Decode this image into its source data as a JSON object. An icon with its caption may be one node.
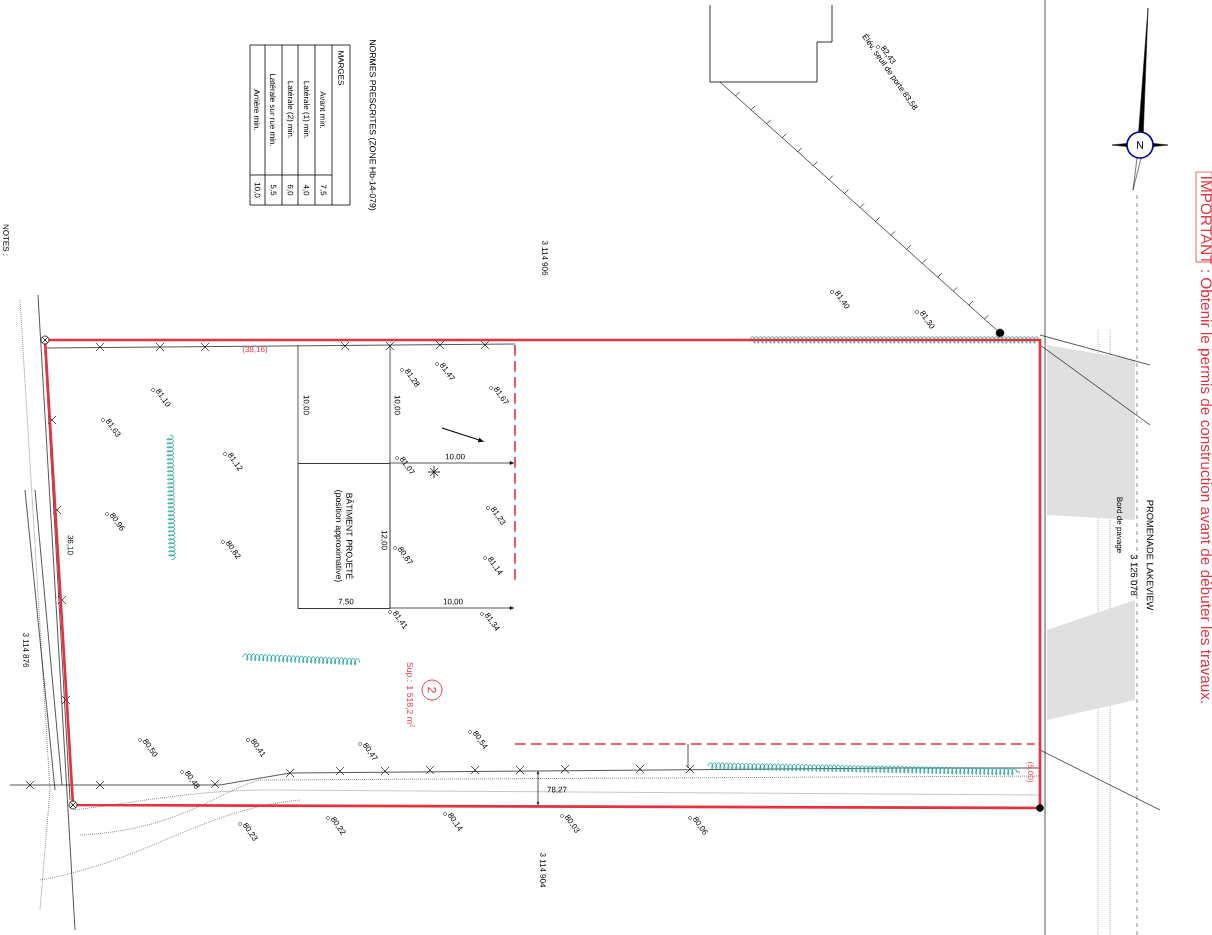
{
  "diagram": {
    "nodes": [
      {
        "text": [
          "BÂTIMENT PROJETÉ (position approximative)"
        ]
      },
      {
        "text": [
          "2"
        ],
        "beside": [
          "Sup.: 1 518,2 m$^{2}$"
        ]
      }
    ],
    "labels": [
      "NORMES PRESCRITES (ZONE Hb-14-079)",
      "MARGES",
      "Avant min.",
      "7,5",
      "Latérale (1) min.",
      "4,0",
      "Latérale (2) min.",
      "6,0",
      "Latérale sur rue min.",
      "5,5",
      "Arrière min.",
      "10,0",
      "NOTES :",
      "IMPORTANT : Obtenir le permis de construction avant de débuter les travaux.",
      "N",
      "PROMENADE LAKEVIEW",
      "3 126 078",
      "Bord de pavage",
      "3 114 906",
      "3 114 876",
      "3 114 904",
      "(38,16)",
      "36,10",
      "78,27",
      "(5,00)",
      "10,00",
      "10,00",
      "10,00",
      "12,00",
      "7,50",
      "10,00",
      "Élév. seuil de porte:83,58",
      "82,43",
      "81,40",
      "81,30",
      "81,10",
      "81,63",
      "81,12",
      "80,96",
      "80,82",
      "81,28",
      "81,47",
      "81,67",
      "81,07",
      "81,23",
      "80,87",
      "81,14",
      "81,41",
      "81,34",
      "80,50",
      "80,48",
      "80,41",
      "80,47",
      "80,54",
      "80,23",
      "80,22",
      "80,14",
      "80,03",
      "80,06"
    ]
  }
}
